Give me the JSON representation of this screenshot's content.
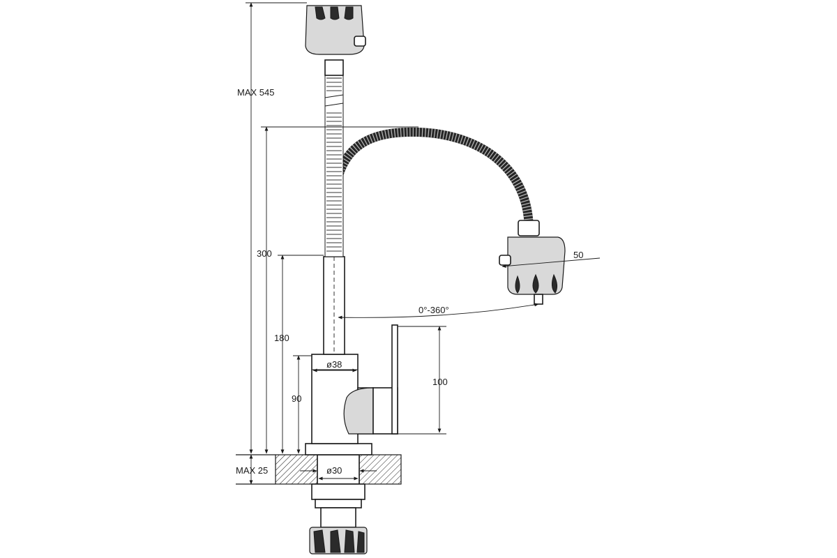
{
  "dimensions": {
    "max_height": "MAX 545",
    "spout_height": "300",
    "body_height": "180",
    "base_height": "90",
    "handle_height": "100",
    "body_diameter": "ø38",
    "mount_diameter": "ø30",
    "counter_thickness": "MAX 25",
    "rotation": "0°-360°",
    "head_width": "50"
  }
}
